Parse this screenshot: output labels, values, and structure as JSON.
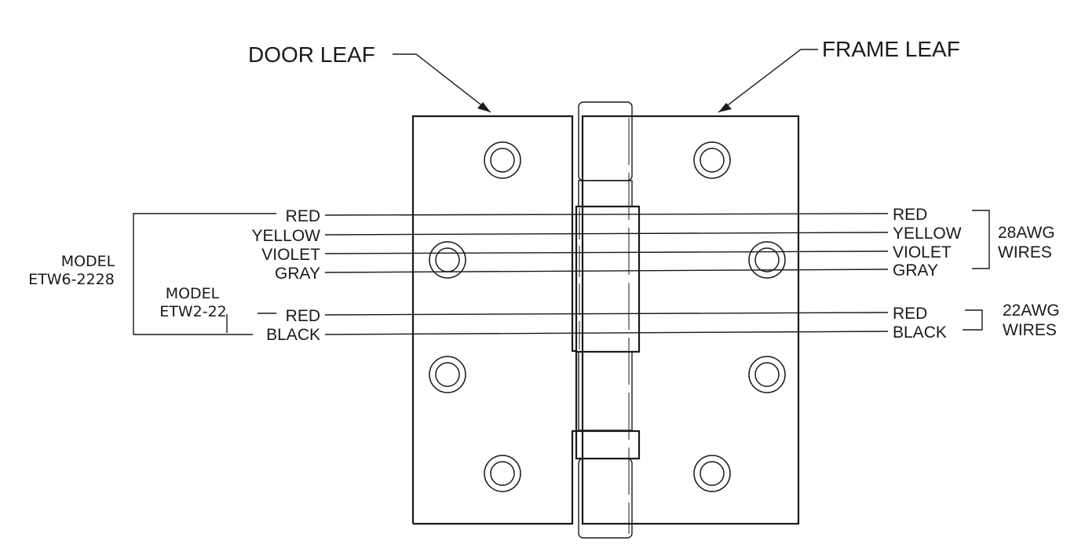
{
  "labels": {
    "door_leaf": "DOOR LEAF",
    "frame_leaf": "FRAME LEAF"
  },
  "models": {
    "etw6": {
      "line1": "MODEL",
      "line2": "ETW6-2228"
    },
    "etw2": {
      "line1": "MODEL",
      "line2": "ETW2-22"
    }
  },
  "wires_left": [
    "RED",
    "YELLOW",
    "VIOLET",
    "GRAY",
    "RED",
    "BLACK"
  ],
  "wires_right": [
    "RED",
    "YELLOW",
    "VIOLET",
    "GRAY",
    "RED",
    "BLACK"
  ],
  "groups": {
    "awg28": {
      "line1": "28AWG",
      "line2": "WIRES"
    },
    "awg22": {
      "line1": "22AWG",
      "line2": "WIRES"
    }
  }
}
